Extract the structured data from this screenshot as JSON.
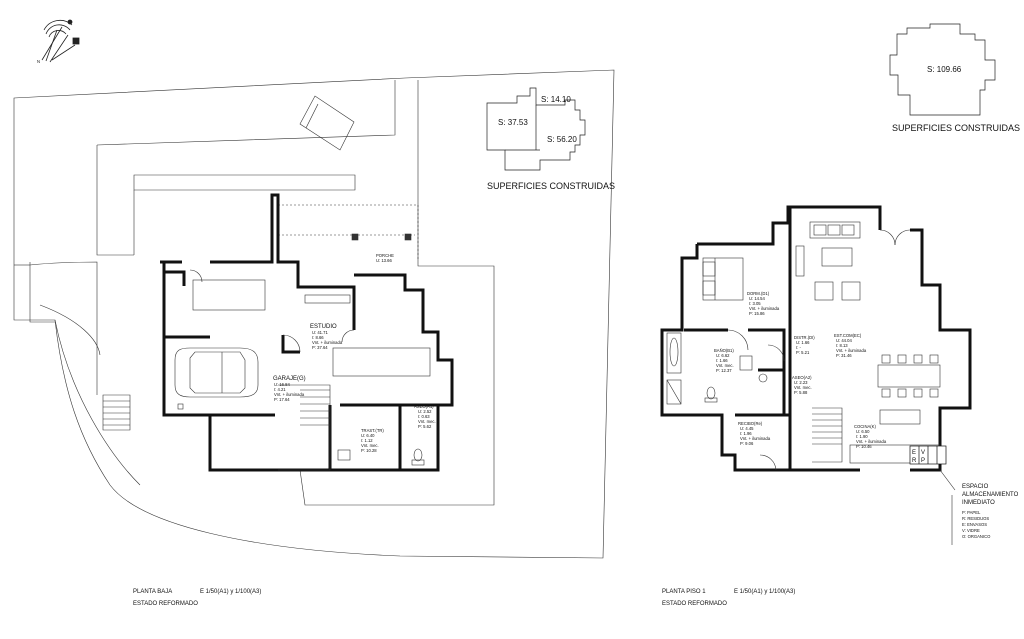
{
  "surfaces_left": {
    "title": "SUPERFICIES CONSTRUIDAS",
    "s1": "S: 37.53",
    "s2": "S: 14.10",
    "s3": "S: 56.20"
  },
  "surfaces_right": {
    "title": "SUPERFICIES CONSTRUIDAS",
    "s1": "S: 109.66"
  },
  "ground_floor": {
    "caption_name": "PLANTA BAJA",
    "caption_scale": "E 1/50(A1) y 1/100(A3)",
    "caption_state": "ESTADO REFORMADO",
    "rooms": {
      "porche": {
        "name": "PORCHE",
        "l1": "U: 13.66"
      },
      "estudio": {
        "name": "ESTUDIO",
        "l1": "U: 41.71",
        "l2": "I: 8.66",
        "l3": "Vnt. + iluminada",
        "l4": "P: 37.64"
      },
      "garaje": {
        "name": "GARAJE(G)",
        "l1": "U: 16.84",
        "l2": "I: 4.21",
        "l3": "Vnt. + iluminada",
        "l4": "P: 17.64"
      },
      "trast": {
        "name": "TRAST.(TR)",
        "l1": "U: 6.40",
        "l2": "I: 1.12",
        "l3": "Vnt. mec.",
        "l4": "P: 10.28"
      },
      "aseo": {
        "name": "ASEO(A1)",
        "l1": "U: 2.52",
        "l2": "I: 0.63",
        "l3": "Vnt. mec.",
        "l4": "P: 5.62"
      }
    }
  },
  "first_floor": {
    "caption_name": "PLANTA PISO 1",
    "caption_scale": "E 1/50(A1) y 1/100(A3)",
    "caption_state": "ESTADO REFORMADO",
    "rooms": {
      "dorm": {
        "name": "DORM.(D1)",
        "l1": "U: 14.54",
        "l2": "I: 3.05",
        "l3": "Vnt. + iluminada",
        "l4": "P: 15.86"
      },
      "distr": {
        "name": "DISTR.(DI)",
        "l1": "U: 1.66",
        "l2": "I: -",
        "l3": "",
        "l4": "P: 5.21"
      },
      "estcomec": {
        "name": "EST.COM(EC)",
        "l1": "U: 44.04",
        "l2": "I: 8.13",
        "l3": "Vnt. + iluminada",
        "l4": "P: 31.46"
      },
      "bano": {
        "name": "BAÑO(B1)",
        "l1": "U: 6.62",
        "l2": "I: 1.66",
        "l3": "Vnt. mec.",
        "l4": "P: 12.37"
      },
      "aseo2": {
        "name": "ASEO(A2)",
        "l1": "U: 2.23",
        "l2": "",
        "l3": "Vnt. mec.",
        "l4": "P: 5.88"
      },
      "recibo": {
        "name": "RECIBO(Re)",
        "l1": "U: 4.45",
        "l2": "I: 1.96",
        "l3": "Vnt. + iluminada",
        "l4": "P: 9.06"
      },
      "cocina": {
        "name": "COCINA(K)",
        "l1": "U: 6.50",
        "l2": "I: 1.90",
        "l3": "Vnt. + iluminada",
        "l4": "P: 10.46"
      }
    },
    "recycle_letters": [
      "E",
      "V",
      "R",
      "P"
    ]
  },
  "storage_note": {
    "title_1": "ESPACIO",
    "title_2": "ALMACENAMIENTO",
    "title_3": "INMEDIATO",
    "items": [
      "P: PAPEL",
      "R: RESIDUOS",
      "E: ENVASOS",
      "V: VIDRE",
      "O: ORGANICO"
    ]
  },
  "compass": {
    "label": "N"
  }
}
